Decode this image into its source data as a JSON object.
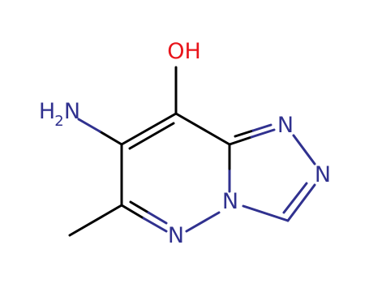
{
  "molecule": {
    "atom_labels": {
      "hydroxyl": "OH",
      "amino_h": "H",
      "amino_sub": "2",
      "amino_n": "N",
      "n_triazole_top": "N",
      "n_triazole_right": "N",
      "n_bridge": "N",
      "n_pyridazine": "N"
    }
  },
  "colors": {
    "bond": "#000000",
    "nitrogen": "#30318f",
    "oxygen": "#e8141b"
  }
}
